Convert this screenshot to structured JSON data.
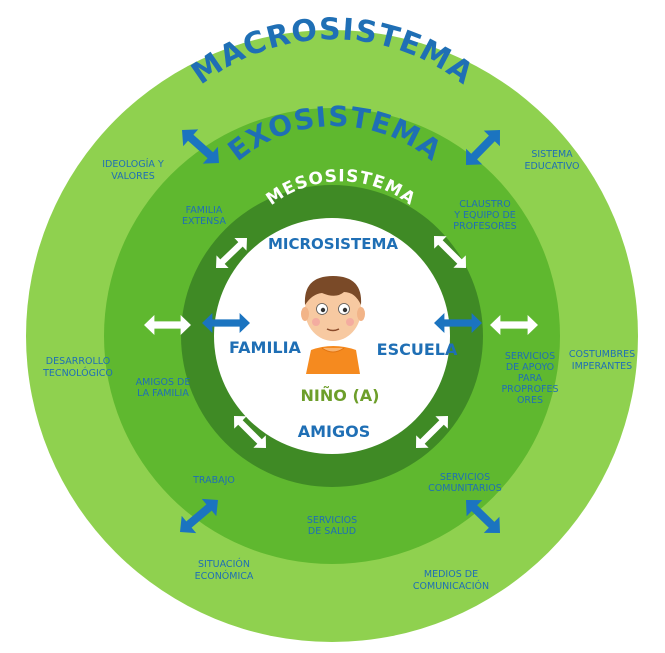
{
  "colors": {
    "macro": "#8fd14f",
    "exo": "#5fb82f",
    "meso": "#3f8a25",
    "micro": "#ffffff",
    "label_blue": "#1f6fb5",
    "arrow_blue": "#1b74c0",
    "arrow_white": "#ffffff"
  },
  "titles": {
    "macro": "MACROSISTEMA",
    "exo": "EXOSISTEMA",
    "meso": "MESOSISTEMA",
    "micro": "MICROSISTEMA"
  },
  "center": {
    "left": "FAMILIA",
    "right": "ESCUELA",
    "child": "NIÑO (A)",
    "bottom": "AMIGOS"
  },
  "macro_items": [
    [
      "IDEOLOGÍA Y",
      "VALORES"
    ],
    [
      "SISTEMA",
      "EDUCATIVO"
    ],
    [
      "DESARROLLO",
      "TECNOLÓGICO"
    ],
    [
      "COSTUMBRES",
      "IMPERANTES"
    ],
    [
      "SITUACIÓN",
      "ECONÓMICA"
    ],
    [
      "MEDIOS DE",
      "COMUNICACIÓN"
    ]
  ],
  "exo_items": [
    [
      "FAMILIA",
      "EXTENSA"
    ],
    [
      "CLAUSTRO",
      "Y EQUIPO DE",
      "PROFESORES"
    ],
    [
      "AMIGOS DE",
      "LA FAMILIA"
    ],
    [
      "SERVICIOS",
      "DE APOYO",
      "PARA",
      "PROPROFES",
      "ORES"
    ],
    [
      "TRABAJO"
    ],
    [
      "SERVICIOS",
      "COMUNITARIOS"
    ],
    [
      "SERVICIOS",
      "DE SALUD"
    ]
  ],
  "icons": [
    "child-face-icon",
    "double-arrow-icon"
  ]
}
